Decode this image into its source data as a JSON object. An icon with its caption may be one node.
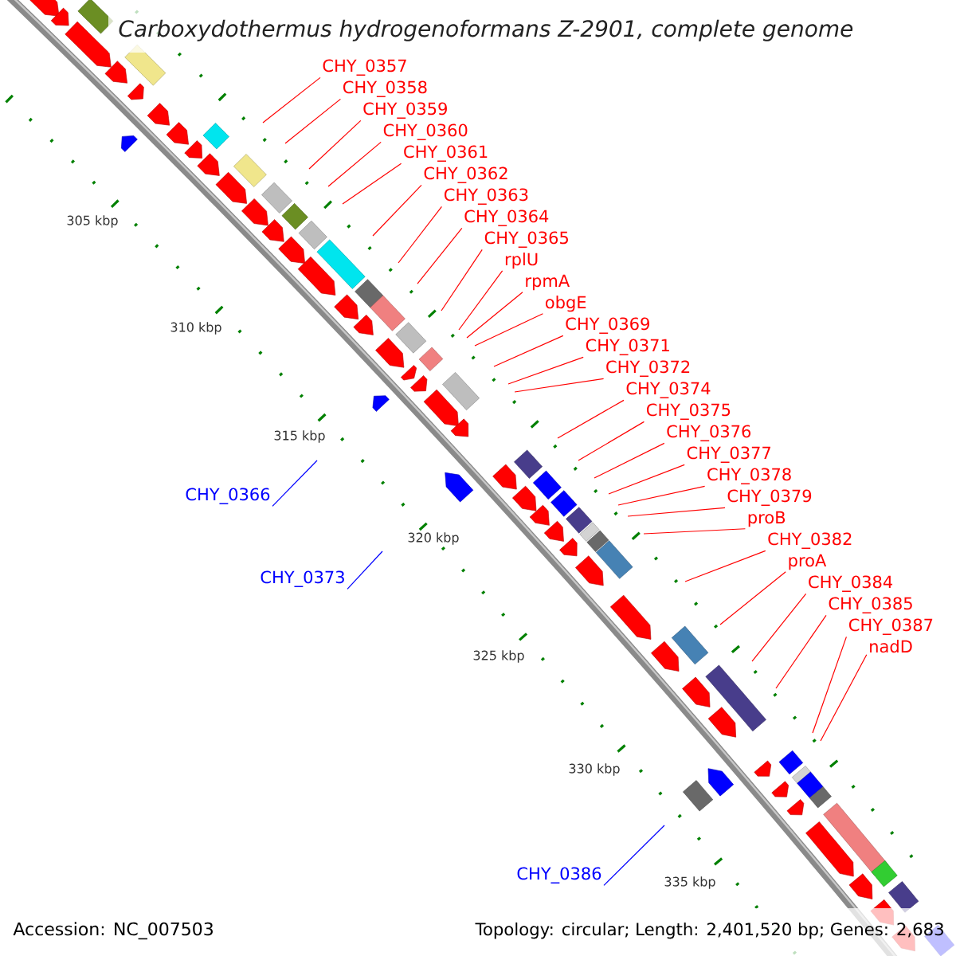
{
  "diagram": {
    "title": "Carboxydothermus hydrogenoformans Z-2901, complete genome",
    "nodes": [
      {
        "text": [
          "CHY_0357"
        ]
      },
      {
        "text": [
          "CHY_0358"
        ]
      },
      {
        "text": [
          "CHY_0359"
        ]
      },
      {
        "text": [
          "CHY_0360"
        ]
      },
      {
        "text": [
          "CHY_0361"
        ]
      },
      {
        "text": [
          "CHY_0362"
        ]
      },
      {
        "text": [
          "CHY_0363"
        ]
      },
      {
        "text": [
          "CHY_0364"
        ]
      },
      {
        "text": [
          "CHY_0365"
        ]
      },
      {
        "text": [
          "rplU"
        ]
      },
      {
        "text": [
          "rpmA"
        ]
      },
      {
        "text": [
          "obgE"
        ]
      },
      {
        "text": [
          "CHY_0369"
        ]
      },
      {
        "text": [
          "CHY_0371"
        ]
      },
      {
        "text": [
          "CHY_0372"
        ]
      },
      {
        "text": [
          "CHY_0374"
        ]
      },
      {
        "text": [
          "CHY_0375"
        ]
      },
      {
        "text": [
          "CHY_0376"
        ]
      },
      {
        "text": [
          "CHY_0377"
        ]
      },
      {
        "text": [
          "CHY_0378"
        ]
      },
      {
        "text": [
          "CHY_0379"
        ]
      },
      {
        "text": [
          "CHY_0366"
        ]
      },
      {
        "text": [
          "proB"
        ]
      },
      {
        "text": [
          "CHY_0382"
        ]
      },
      {
        "text": [
          "proA"
        ]
      },
      {
        "text": [
          "CHY_0373"
        ]
      },
      {
        "text": [
          "CHY_0384"
        ]
      },
      {
        "text": [
          "CHY_0385"
        ]
      },
      {
        "text": [
          "CHY_0387"
        ]
      },
      {
        "text": [
          "nadD"
        ]
      },
      {
        "text": [
          "CHY_0386"
        ]
      }
    ],
    "edges": [
      {
        "from": 0,
        "to": null,
        "arrow": "none"
      },
      {
        "from": 1,
        "to": null,
        "arrow": "none"
      },
      {
        "from": 2,
        "to": null,
        "arrow": "none"
      },
      {
        "from": 3,
        "to": null,
        "arrow": "none"
      },
      {
        "from": 4,
        "to": null,
        "arrow": "none"
      },
      {
        "from": 5,
        "to": null,
        "arrow": "none"
      },
      {
        "from": 6,
        "to": null,
        "arrow": "none"
      },
      {
        "from": 7,
        "to": null,
        "arrow": "none"
      },
      {
        "from": 8,
        "to": null,
        "arrow": "none"
      },
      {
        "from": 9,
        "to": null,
        "arrow": "none"
      },
      {
        "from": 10,
        "to": null,
        "arrow": "none"
      },
      {
        "from": 11,
        "to": null,
        "arrow": "none"
      },
      {
        "from": 12,
        "to": null,
        "arrow": "none"
      },
      {
        "from": 13,
        "to": null,
        "arrow": "none"
      },
      {
        "from": 14,
        "to": null,
        "arrow": "none"
      },
      {
        "from": 15,
        "to": null,
        "arrow": "none"
      },
      {
        "from": 16,
        "to": null,
        "arrow": "none"
      },
      {
        "from": 17,
        "to": null,
        "arrow": "none"
      },
      {
        "from": 18,
        "to": null,
        "arrow": "none"
      },
      {
        "from": 19,
        "to": null,
        "arrow": "none"
      },
      {
        "from": 20,
        "to": null,
        "arrow": "none"
      },
      {
        "from": 21,
        "to": null,
        "arrow": "none",
        "color": "#0000ff"
      },
      {
        "from": 22,
        "to": null,
        "arrow": "none"
      },
      {
        "from": 23,
        "to": null,
        "arrow": "none"
      },
      {
        "from": 24,
        "to": null,
        "arrow": "none"
      },
      {
        "from": 25,
        "to": null,
        "arrow": "none",
        "color": "#0000ff"
      },
      {
        "from": 26,
        "to": null,
        "arrow": "none"
      },
      {
        "from": 27,
        "to": null,
        "arrow": "none"
      },
      {
        "from": 28,
        "to": null,
        "arrow": "none"
      },
      {
        "from": 29,
        "to": null,
        "arrow": "none"
      },
      {
        "from": 30,
        "to": null,
        "arrow": "none",
        "color": "#0000ff"
      }
    ],
    "labels": [
      "305 kbp",
      "310 kbp",
      "315 kbp",
      "320 kbp",
      "325 kbp",
      "330 kbp",
      "335 kbp",
      "Accession: NC_007503",
      "Topology: circular; Length: 2,401,520 bp; Genes: 2,683"
    ]
  }
}
